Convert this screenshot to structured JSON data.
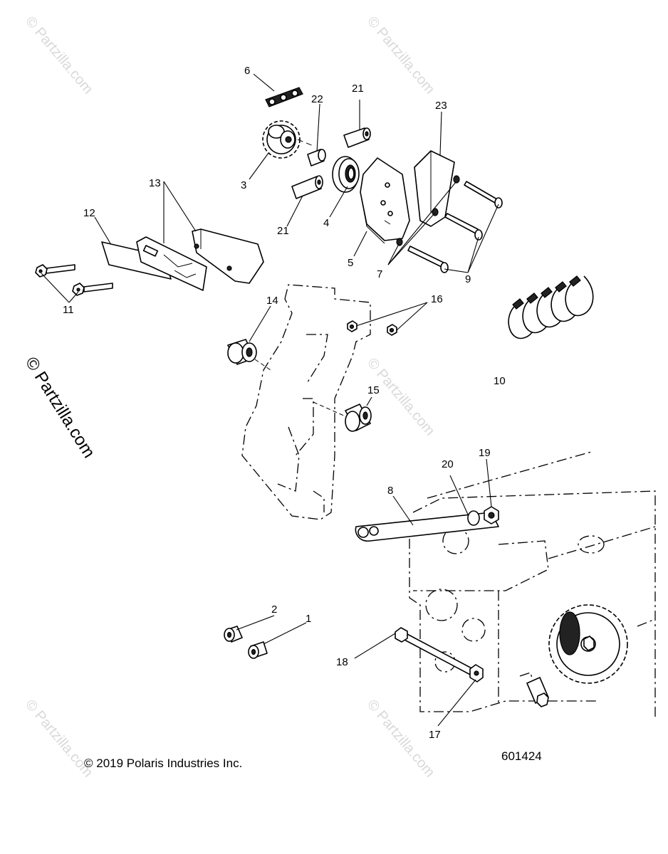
{
  "callouts": [
    {
      "id": "1",
      "text": "1"
    },
    {
      "id": "2",
      "text": "2"
    },
    {
      "id": "3",
      "text": "3"
    },
    {
      "id": "4",
      "text": "4"
    },
    {
      "id": "5",
      "text": "5"
    },
    {
      "id": "6",
      "text": "6"
    },
    {
      "id": "7",
      "text": "7"
    },
    {
      "id": "8",
      "text": "8"
    },
    {
      "id": "9",
      "text": "9"
    },
    {
      "id": "10",
      "text": "10"
    },
    {
      "id": "11",
      "text": "11"
    },
    {
      "id": "12",
      "text": "12"
    },
    {
      "id": "13",
      "text": "13"
    },
    {
      "id": "14",
      "text": "14"
    },
    {
      "id": "15",
      "text": "15"
    },
    {
      "id": "16",
      "text": "16"
    },
    {
      "id": "17",
      "text": "17"
    },
    {
      "id": "18",
      "text": "18"
    },
    {
      "id": "19",
      "text": "19"
    },
    {
      "id": "20",
      "text": "20"
    },
    {
      "id": "21a",
      "text": "21"
    },
    {
      "id": "21b",
      "text": "21"
    },
    {
      "id": "22",
      "text": "22"
    },
    {
      "id": "23",
      "text": "23"
    }
  ],
  "watermark": {
    "text": "© Partzilla.com",
    "color": "#d9d9d9",
    "big_color": "#000000"
  },
  "footer": {
    "copyright": "© 2019 Polaris Industries Inc.",
    "diagram_number": "601424"
  }
}
